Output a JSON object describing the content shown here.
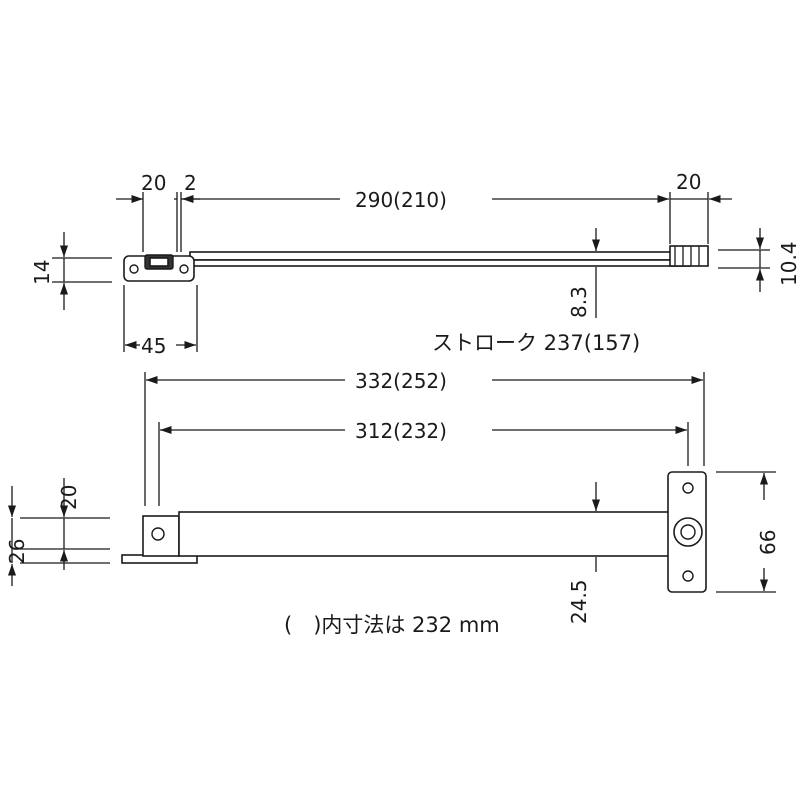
{
  "top_view": {
    "dim_20_left": "20",
    "dim_2": "2",
    "dim_290": "290(210)",
    "dim_20_right": "20",
    "dim_14": "14",
    "dim_10_4": "10.4",
    "dim_8_3": "8.3",
    "dim_45": "45",
    "stroke_note": "ストローク 237(157)"
  },
  "bottom_view": {
    "dim_332": "332(252)",
    "dim_312": "312(232)",
    "dim_20": "20",
    "dim_26": "26",
    "dim_24_5": "24.5",
    "dim_66": "66",
    "inner_note": "(　)内寸法は 232 mm"
  },
  "colors": {
    "line": "#1a1a1a",
    "fill": "#ffffff"
  }
}
